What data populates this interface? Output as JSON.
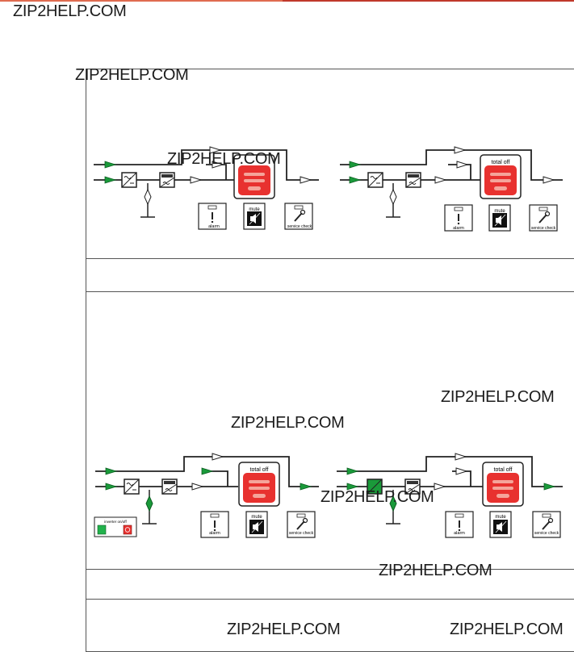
{
  "header": {
    "watermark": "ZIP2HELP.COM"
  },
  "watermarks": [
    "ZIP2HELP.COM",
    "ZIP2HELP.COM",
    "ZIP2HELP.COM",
    "ZIP2HELP.COM",
    "ZIP2HELP.COM",
    "ZIP2HELP.COM",
    "ZIP2HELP.COM",
    "ZIP2HELP.COM",
    "ZIP2HELP.COM"
  ],
  "panel": {
    "total_off": "total off",
    "mute": "mute",
    "alarm": "alarm",
    "service_check": "service check",
    "inverter_on_off": "inverter on/off"
  },
  "colors": {
    "accent_red": "#e8312f",
    "flow_green": "#1a9a3a",
    "watermark_rule": "#e06b50"
  }
}
